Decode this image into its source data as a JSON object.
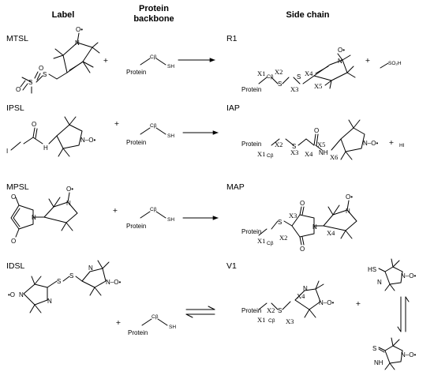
{
  "headers": {
    "label": "Label",
    "backbone_line1": "Protein",
    "backbone_line2": "backbone",
    "side_chain": "Side chain"
  },
  "rows": [
    {
      "label": "MTSL",
      "product": "R1",
      "byproduct": "SO₂H"
    },
    {
      "label": "IPSL",
      "product": "IAP",
      "byproduct": "HI"
    },
    {
      "label": "MPSL",
      "product": "MAP"
    },
    {
      "label": "IDSL",
      "product": "V1"
    }
  ],
  "backbone": {
    "protein": "Protein",
    "cbeta": "Cβ",
    "thiol": "SH"
  },
  "atoms": {
    "N": "N",
    "O": "O",
    "S": "S",
    "H": "H",
    "I": "I",
    "HS": "HS",
    "NH": "NH",
    "radical_o": "O•",
    "radical_o_left": "•O",
    "N_radical_o": "N–O•"
  },
  "plus_sign": "+",
  "x_labels": {
    "x1": "X1",
    "x2": "X2",
    "x3": "X3",
    "x4": "X4",
    "x5": "X5",
    "x6": "X6"
  },
  "colors": {
    "ink": "#000000",
    "background": "#ffffff",
    "ring_fill": "#ffffff"
  }
}
